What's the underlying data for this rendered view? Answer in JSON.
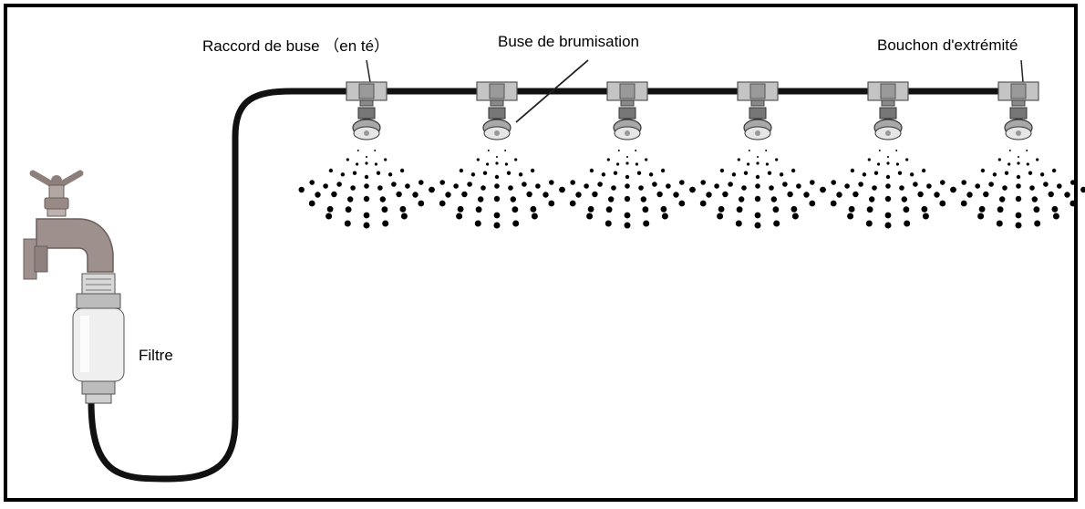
{
  "labels": {
    "nozzle_connector": "Raccord de buse （en té）",
    "misting_nozzle": "Buse de brumisation",
    "end_cap": "Bouchon d'extrémité",
    "filter": "Filtre"
  },
  "nozzle_count": 6,
  "colors": {
    "hose": "#111111",
    "metal": "#a7a7a7",
    "metal_dark": "#6a6a6a",
    "tap": "#9a8a86",
    "mist": "#000000",
    "frame": "#000000"
  }
}
